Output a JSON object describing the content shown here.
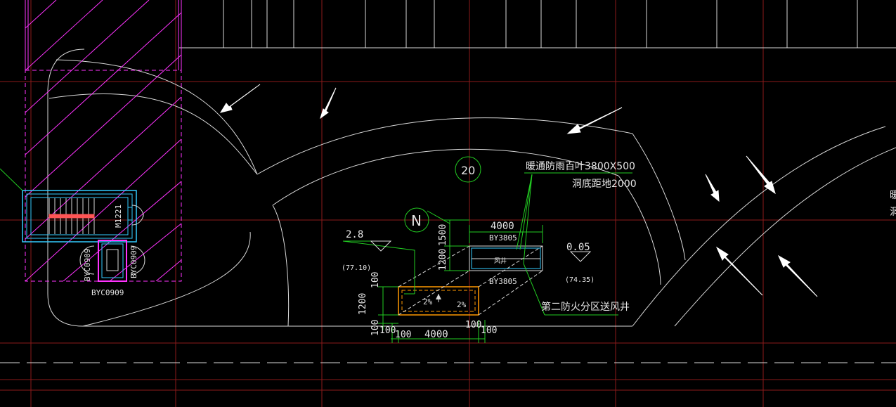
{
  "colors": {
    "background": "#000000",
    "grid_red": "#8b1a1a",
    "white_line": "#d9d9d9",
    "magenta": "#ff33ff",
    "cyan": "#33ccff",
    "green": "#22cc22",
    "orange": "#ff9900",
    "yellow": "#ffff33"
  },
  "labels": {
    "circle_number": "20",
    "north_marker": "N",
    "vent_note_line1": "暖通防雨百叶3800X500",
    "vent_note_line2": "洞底距地2000",
    "shaft_note": "第二防火分区送风井",
    "shaft_label": "风井",
    "louver_top": "BY3805",
    "louver_bottom": "BY3805",
    "elev_left": "2.8",
    "elev_left_sub": "(77.10)",
    "elev_right": "0.05",
    "elev_right_sub": "(74.35)",
    "slope_a": "2%",
    "slope_b": "2%",
    "door_label": "M1221",
    "window_left": "BYC0909",
    "window_right": "BYC0909",
    "window_bottom": "BYC0909",
    "dim_top": "4000",
    "dim_bottom": "4000",
    "dim_1500": "1500",
    "dim_1200_top": "1200",
    "dim_1200_left": "1200",
    "dim_100_a": "100",
    "dim_100_b": "100",
    "dim_100_c": "100",
    "dim_100_d": "100",
    "dim_100_e": "100",
    "dim_100_f": "100",
    "edge_char_1": "暖",
    "edge_char_2": "洞"
  }
}
